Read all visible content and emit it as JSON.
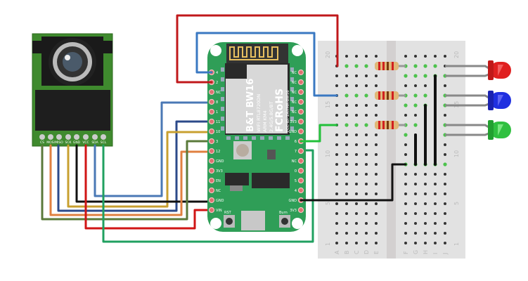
{
  "camera": {
    "pins": [
      "CS",
      "MOSI",
      "MISO",
      "SCK",
      "GND",
      "VCC",
      "SDA",
      "SCL"
    ]
  },
  "board": {
    "chip_lines": [
      "B&T BW16",
      "WIFI RTL8720DN",
      "ARM KM4",
      "2.4G/5.8G/BT",
      "FCRoHS",
      "FCC ID: 2AHMR-BW16"
    ],
    "left_pins": [
      "4",
      "2",
      "NC",
      "8",
      "1",
      "11",
      "10",
      "3",
      "12",
      "GND",
      "3V3",
      "EN",
      "NC",
      "GND",
      "VIN"
    ],
    "right_pins": [
      "NC",
      "NC",
      "NC",
      "NC",
      "NC",
      "3V3",
      "GND",
      "6",
      "7",
      "NC",
      "0",
      "5",
      "4",
      "GND",
      "3V3"
    ],
    "buttons": {
      "reset": "RST",
      "burn": "Burn"
    }
  },
  "breadboard": {
    "row_labels": [
      "20",
      "15",
      "10",
      "5",
      "1"
    ],
    "col_labels": [
      "A",
      "B",
      "C",
      "D",
      "E",
      "F",
      "G",
      "H",
      "I",
      "J"
    ]
  },
  "colors": {
    "board_green": "#2f9e57",
    "camera_green": "#3f8a2e",
    "wire_red": "#c0181b",
    "wire_blue": "#3a78c2",
    "wire_green": "#22c03a",
    "led_red": "#e02020",
    "led_blue": "#2030e0",
    "led_green": "#30c040"
  }
}
